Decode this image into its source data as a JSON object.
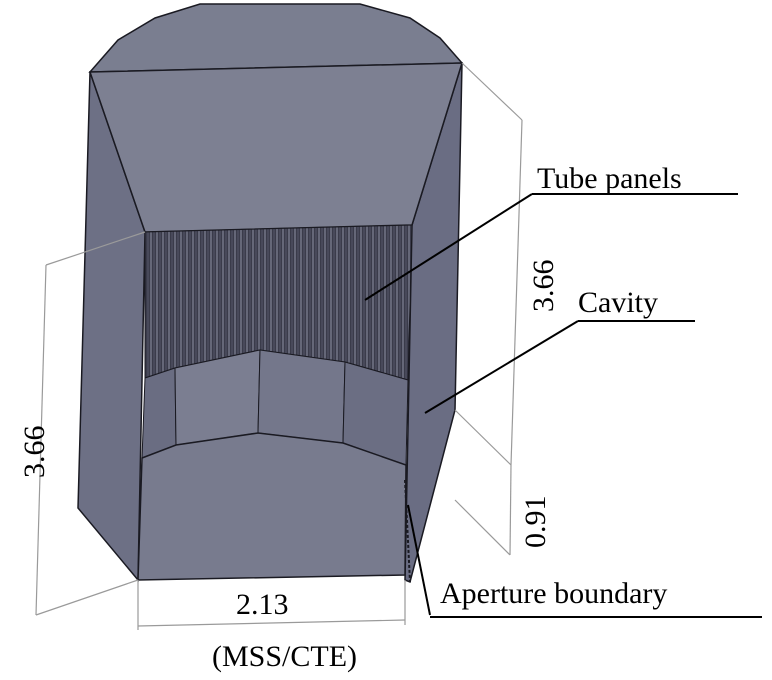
{
  "labels": {
    "tube_panels": "Tube panels",
    "cavity": "Cavity",
    "aperture_boundary": "Aperture boundary",
    "caption": "(MSS/CTE)"
  },
  "dimensions": {
    "cavity_height": "3.66",
    "tube_panel_height": "3.66",
    "aperture_lip_height": "0.91",
    "aperture_width": "2.13"
  },
  "colors": {
    "body": "#7d8092",
    "top_face": "#777b8e",
    "floor": "#70738a",
    "dark_face": "#5f6276",
    "tube_panel": "#3a3b4a",
    "edge": "#1a1a22",
    "dimension_line": "#9a9a9a",
    "leader": "#000000"
  }
}
